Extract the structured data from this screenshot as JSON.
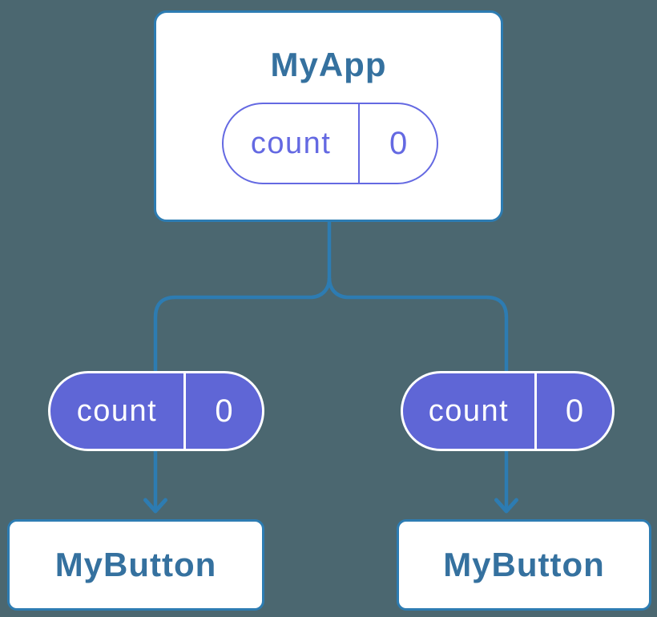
{
  "canvas": {
    "background_color": "#4b6770",
    "connector_color": "#2d7cb2",
    "card_border_color": "#2d7cb2",
    "title_color": "#35719f",
    "pill_solid_fill": "#5f66d6",
    "pill_outline_color": "#6469e2"
  },
  "tree": {
    "root": {
      "title": "MyApp",
      "state": {
        "label": "count",
        "value": "0"
      }
    },
    "children": [
      {
        "title": "MyButton",
        "prop": {
          "label": "count",
          "value": "0"
        }
      },
      {
        "title": "MyButton",
        "prop": {
          "label": "count",
          "value": "0"
        }
      }
    ]
  }
}
